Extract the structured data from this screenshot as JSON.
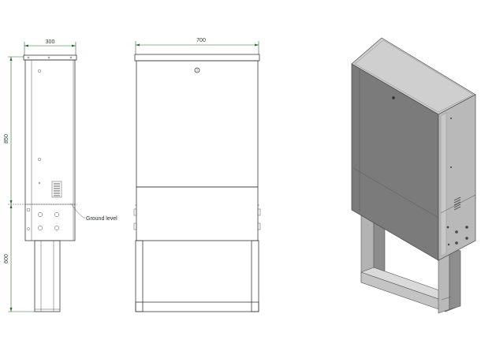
{
  "dimensions": {
    "side_width": "300",
    "front_width": "700",
    "cabinet_height": "850",
    "stand_height": "600"
  },
  "annotations": {
    "ground_level": "Ground level"
  },
  "colors": {
    "line": "#3a3a3a",
    "dimension": "#2a6a2a",
    "cabinet_front": "#7b7b7b",
    "cabinet_side": "#b9b9b9",
    "cabinet_top": "#cfcfcf",
    "frame": "#a9a9a9"
  }
}
